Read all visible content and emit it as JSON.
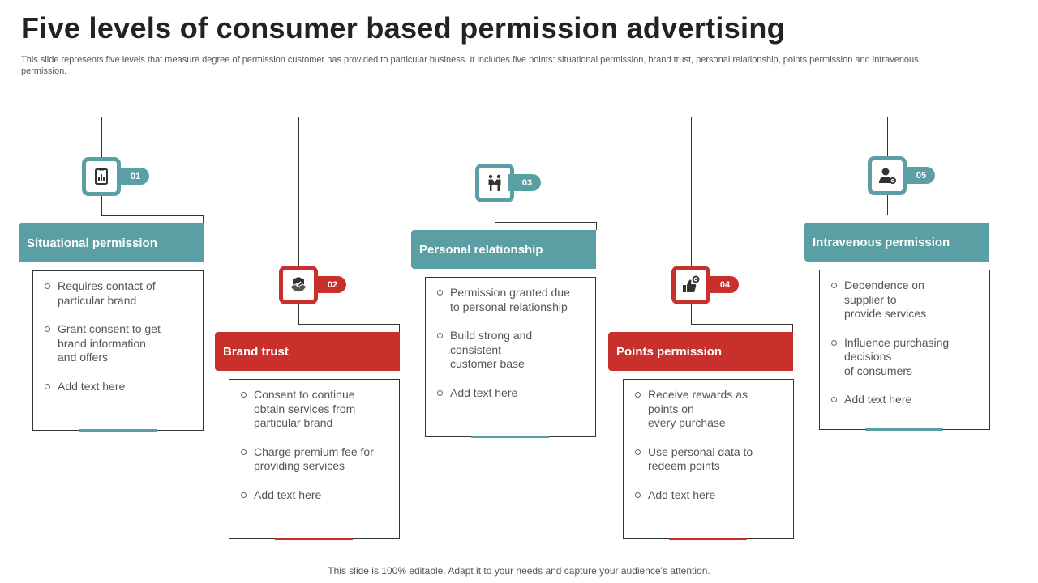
{
  "title": "Five levels of consumer based permission advertising",
  "subtitle": "This slide represents five levels that measure degree of permission customer has provided to particular business. It includes five points: situational permission, brand trust, personal relationship, points permission and intravenous permission.",
  "footer": "This slide is 100% editable. Adapt it to your needs and capture your audience’s attention.",
  "colors": {
    "teal": "#5a9fa3",
    "red": "#c9302c"
  },
  "levels": [
    {
      "number": "01",
      "icon": "clipboard-chart-icon",
      "heading": "Situational permission",
      "color": "teal",
      "bullets": [
        "Requires contact of\nparticular brand",
        "Grant consent to get\nbrand information\nand offers",
        "Add text here"
      ]
    },
    {
      "number": "02",
      "icon": "handshake-shield-icon",
      "heading": "Brand trust",
      "color": "red",
      "bullets": [
        "Consent to continue\nobtain services from\nparticular brand",
        "Charge premium fee for\nproviding services",
        "Add text here"
      ]
    },
    {
      "number": "03",
      "icon": "people-handshake-icon",
      "heading": "Personal relationship",
      "color": "teal",
      "bullets": [
        "Permission granted due\nto personal relationship",
        "Build strong and\nconsistent\ncustomer base",
        "Add text here"
      ]
    },
    {
      "number": "04",
      "icon": "thumbs-up-gear-icon",
      "heading": "Points permission",
      "color": "red",
      "bullets": [
        "Receive rewards as\npoints on\nevery purchase",
        "Use personal data to\nredeem points",
        "Add text here"
      ]
    },
    {
      "number": "05",
      "icon": "user-settings-icon",
      "heading": "Intravenous permission",
      "color": "teal",
      "bullets": [
        "Dependence on\nsupplier to\nprovide services",
        "Influence purchasing\ndecisions\nof consumers",
        "Add text here"
      ]
    }
  ]
}
